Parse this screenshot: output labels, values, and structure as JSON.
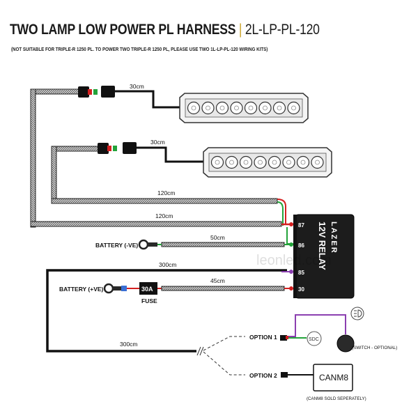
{
  "header": {
    "title": "TWO LAMP LOW POWER PL HARNESS",
    "separator": "|",
    "code": "2L-LP-PL-120",
    "subtitle": "(NOT SUITABLE FOR TRIPLE-R 1250 PL. TO POWER TWO TRIPLE-R 1250 PL, PLEASE USE TWO 1L-LP-PL-120 WIRING KITS)"
  },
  "cables": {
    "lamp1_lead": "30cm",
    "lamp2_lead": "30cm",
    "lamp2_run": "120cm",
    "lamp1_run": "120cm",
    "battery_neg_run": "50cm",
    "switch_run_top": "300cm",
    "battery_pos_run": "45cm",
    "switch_run_bottom": "300cm"
  },
  "terminals": {
    "battery_neg": "BATTERY (-VE)",
    "battery_pos": "BATTERY (+VE)",
    "fuse_value": "30A",
    "fuse_label": "FUSE"
  },
  "relay": {
    "brand": "LAZER",
    "label": "12V RELAY",
    "pins": [
      "87",
      "86",
      "85",
      "30"
    ]
  },
  "options": {
    "option1": "OPTION 1",
    "option2": "OPTION 2",
    "switch_note": "(SWITCH - OPTIONAL)",
    "canm8_label": "CANM8",
    "canm8_note": "(CANM8 SOLD SEPERATELY)"
  },
  "watermark": "leonled.com",
  "colors": {
    "wire_black": "#111111",
    "wire_red": "#d42020",
    "wire_green": "#23a33a",
    "wire_purple": "#8b3fb0",
    "accent": "#c9a227"
  }
}
